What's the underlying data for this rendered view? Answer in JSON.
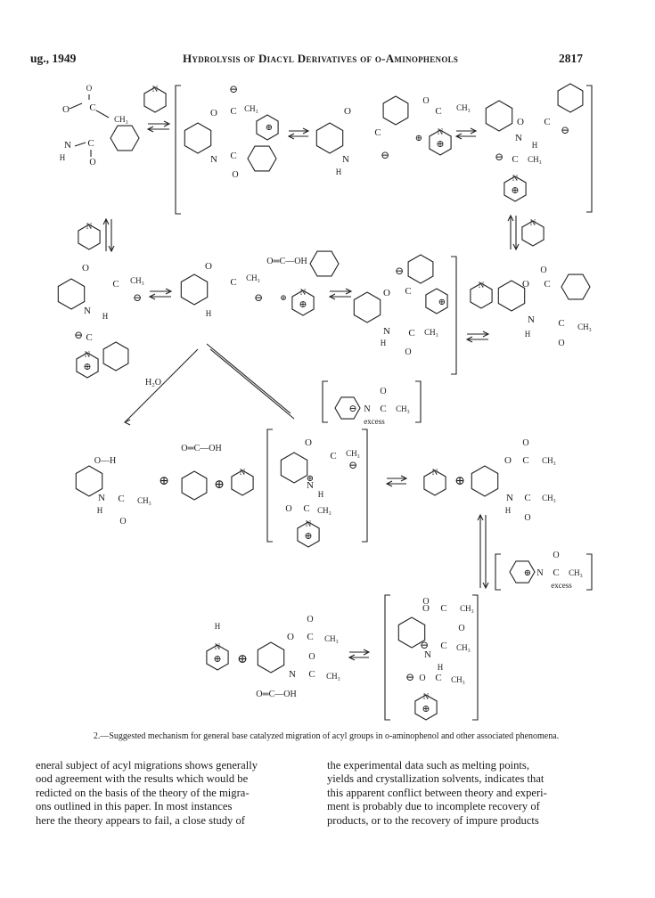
{
  "header": {
    "left": "ug., 1949",
    "center": "Hydrolysis of Diacyl Derivatives of o-Aminophenols",
    "right": "2817"
  },
  "scheme_labels": {
    "acetyl": "CH₃",
    "oxygen": "O",
    "nitrogen": "N",
    "nh": "N",
    "h": "H",
    "c": "C",
    "hydroxyl": "O—H",
    "acid": "O═C—OH",
    "water": "H₂O",
    "excess": "excess",
    "neg": "⊖",
    "pos": "⊕"
  },
  "caption": "2.—Suggested mechanism for general base catalyzed migration of acyl groups in o-aminophenol and other associated phenomena.",
  "body": {
    "left_lines": [
      "eneral subject of acyl migrations shows generally",
      "ood agreement with the results which would be",
      "redicted on the basis of the theory of the migra-",
      "ons outlined in this paper.  In most instances",
      "here the theory appears to fail, a close study of"
    ],
    "right_lines": [
      "the experimental data such as melting points,",
      "yields and crystallization solvents, indicates that",
      "this apparent conflict between theory and experi-",
      "ment is probably due to incomplete recovery of",
      "products, or to the recovery of impure products"
    ]
  }
}
